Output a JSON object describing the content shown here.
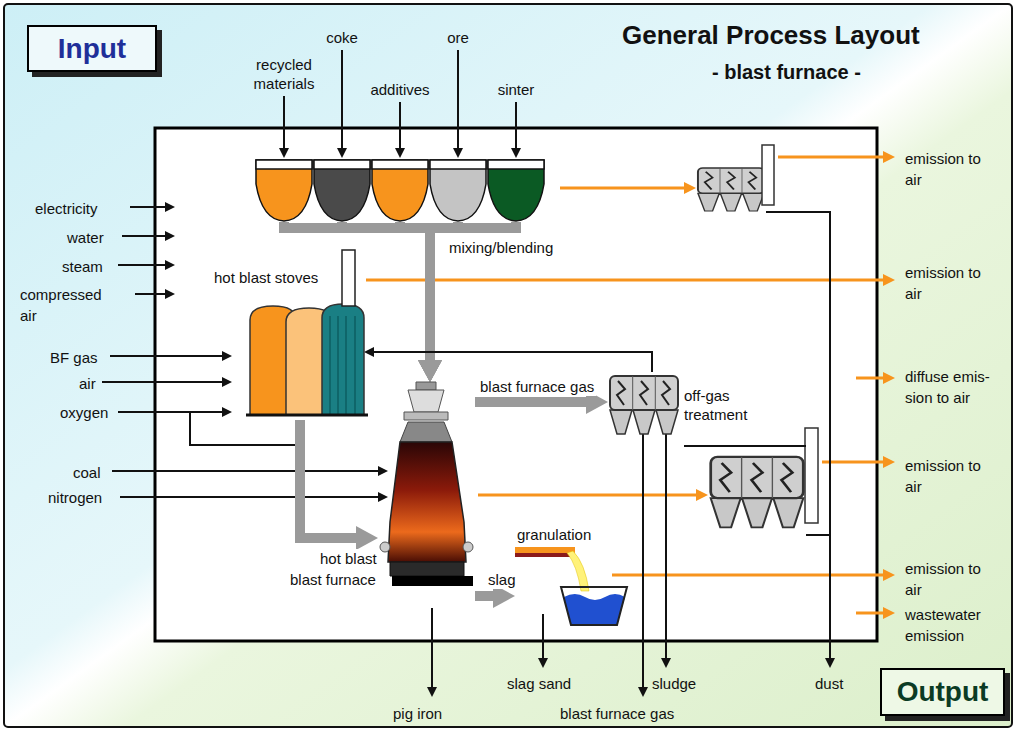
{
  "diagram": {
    "title": "General Process Layout",
    "nodes": [
      {
        "text": [
          "Input"
        ]
      },
      {
        "text": [
          "Output"
        ]
      },
      {
        "text": [
          "recycled materials"
        ]
      },
      {
        "text": [
          "coke"
        ]
      },
      {
        "text": [
          "additives"
        ]
      },
      {
        "text": [
          "ore"
        ]
      },
      {
        "text": [
          "sinter"
        ]
      },
      {
        "text": [
          "hot blast stoves"
        ]
      },
      {
        "text": [
          "blast furnace"
        ]
      },
      {
        "text": [
          "off-gas treatment"
        ]
      },
      {
        "text": [
          "granulation"
        ]
      }
    ],
    "edges": [
      {
        "from": 2,
        "to": 8,
        "arrow": "to"
      },
      {
        "from": 3,
        "to": 8,
        "arrow": "to"
      },
      {
        "from": 4,
        "to": 8,
        "arrow": "to"
      },
      {
        "from": 5,
        "to": 8,
        "label": "mixing/blending",
        "arrow": "to"
      },
      {
        "from": 6,
        "to": 8,
        "arrow": "to"
      },
      {
        "from": 7,
        "to": 8,
        "label": "hot blast",
        "arrow": "to"
      },
      {
        "from": 8,
        "to": 9,
        "label": "blast furnace gas",
        "arrow": "to"
      },
      {
        "from": 9,
        "to": 7,
        "arrow": "to"
      },
      {
        "from": 8,
        "to": 10,
        "label": "slag",
        "arrow": "to"
      }
    ],
    "labels": [
      "- blast furnace -",
      "electricity",
      "water",
      "steam",
      "compressed air",
      "BF gas",
      "air",
      "oxygen",
      "coal",
      "nitrogen",
      "emission to air",
      "emission to air",
      "diffuse emis- sion to air",
      "emission to air",
      "emission to air",
      "wastewater emission",
      "pig iron",
      "slag sand",
      "blast furnace gas",
      "sludge",
      "dust"
    ]
  }
}
